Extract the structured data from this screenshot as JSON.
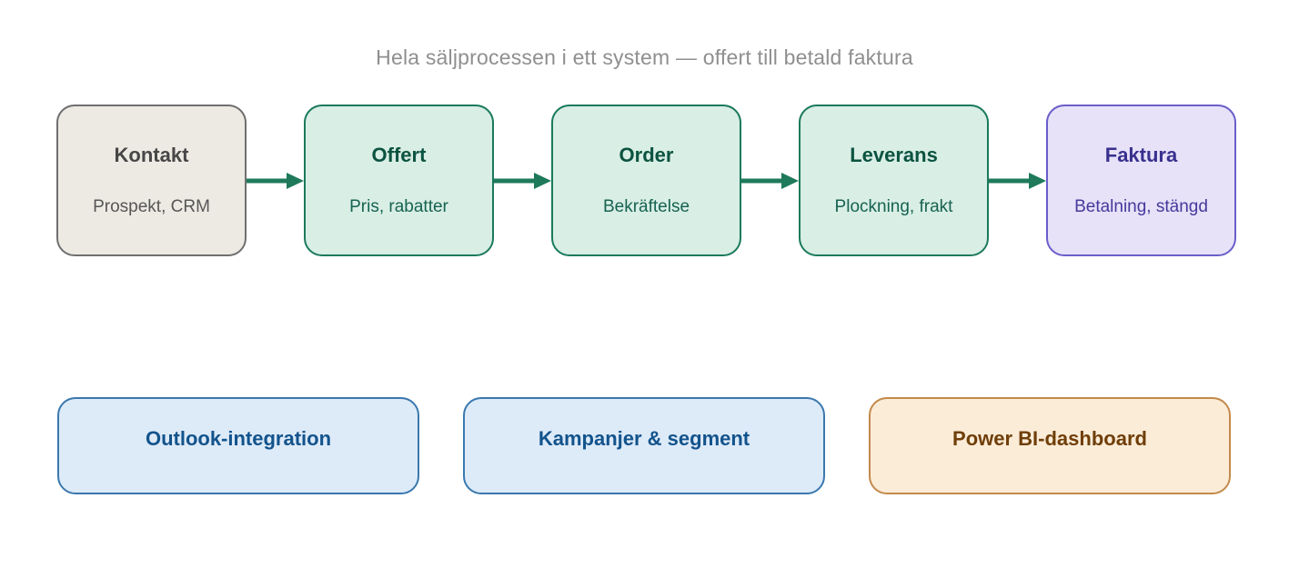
{
  "diagram": {
    "title": "Hela säljprocessen i ett system — offert till betald faktura",
    "title_color": "#8f8f8f",
    "background": "#ffffff"
  },
  "flow": {
    "arrow_color": "#1e7a5a",
    "nodes": [
      {
        "id": "kontakt",
        "label": "Kontakt",
        "sublabel": "Prospekt, CRM",
        "fill": "#edeae3",
        "border": "#6f6f6f",
        "title_color": "#474747",
        "subtitle_color": "#565656"
      },
      {
        "id": "offert",
        "label": "Offert",
        "sublabel": "Pris, rabatter",
        "fill": "#d9eee5",
        "border": "#1a7a5c",
        "title_color": "#0b5340",
        "subtitle_color": "#166351"
      },
      {
        "id": "order",
        "label": "Order",
        "sublabel": "Bekräftelse",
        "fill": "#d9eee5",
        "border": "#1a7a5c",
        "title_color": "#0b5340",
        "subtitle_color": "#166351"
      },
      {
        "id": "leverans",
        "label": "Leverans",
        "sublabel": "Plockning, frakt",
        "fill": "#d9eee5",
        "border": "#1a7a5c",
        "title_color": "#0b5340",
        "subtitle_color": "#166351"
      },
      {
        "id": "faktura",
        "label": "Faktura",
        "sublabel": "Betalning, stängd",
        "fill": "#e7e2f8",
        "border": "#6a5ec9",
        "title_color": "#38308f",
        "subtitle_color": "#45399c"
      }
    ]
  },
  "integrations": [
    {
      "id": "outlook",
      "label": "Outlook-integration",
      "fill": "#ddeaf8",
      "border": "#3a78ad",
      "text_color": "#12538c"
    },
    {
      "id": "kampanjer",
      "label": "Kampanjer & segment",
      "fill": "#ddeaf8",
      "border": "#3a78ad",
      "text_color": "#12538c"
    },
    {
      "id": "powerbi",
      "label": "Power BI-dashboard",
      "fill": "#fbecd8",
      "border": "#c3894a",
      "text_color": "#6f3e08"
    }
  ]
}
